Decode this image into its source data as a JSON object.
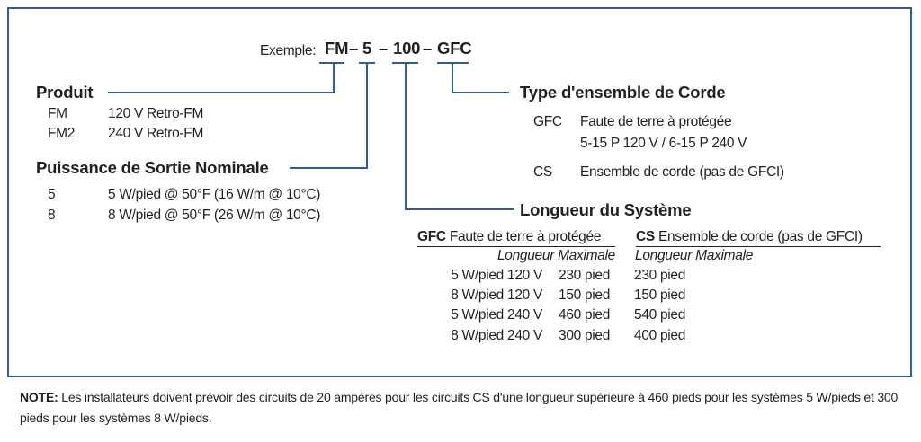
{
  "example": {
    "label": "Exemple:",
    "parts": [
      "FM",
      "5",
      "100",
      "GFC"
    ],
    "sep": "–"
  },
  "produit": {
    "title": "Produit",
    "items": [
      {
        "code": "FM",
        "desc": "120 V Retro-FM"
      },
      {
        "code": "FM2",
        "desc": "240 V Retro-FM"
      }
    ]
  },
  "puissance": {
    "title": "Puissance de Sortie Nominale",
    "items": [
      {
        "code": "5",
        "desc": "5 W/pied @ 50°F (16 W/m @ 10°C)"
      },
      {
        "code": "8",
        "desc": "8 W/pied @ 50°F (26 W/m @ 10°C)"
      }
    ]
  },
  "type": {
    "title": "Type d'ensemble de Corde",
    "items": [
      {
        "code": "GFC",
        "desc": "Faute de terre à protégée",
        "desc2": "5-15 P 120 V / 6-15 P 240 V"
      },
      {
        "code": "CS",
        "desc": "Ensemble de corde (pas de GFCI)"
      }
    ]
  },
  "longueur": {
    "title": "Longueur du Système",
    "gfc_header": {
      "code": "GFC",
      "text": "Faute de terre à protégée"
    },
    "cs_header": {
      "code": "CS",
      "text": "Ensemble de corde (pas de GFCI)"
    },
    "sub": "Longueur Maximale",
    "rows": [
      [
        "5 W/pied 120 V",
        "230 pied",
        "230 pied"
      ],
      [
        "8 W/pied 120 V",
        "150 pied",
        "150 pied"
      ],
      [
        "5 W/pied 240 V",
        "460 pied",
        "540 pied"
      ],
      [
        "8 W/pied 240 V",
        "300 pied",
        "400 pied"
      ]
    ]
  },
  "note": {
    "label": "NOTE:",
    "text": " Les installateurs doivent prévoir des circuits de 20 ampères pour les circuits CS d'une longueur supérieure à 460 pieds pour les systèmes 5 W/pieds et 300 pieds pour les systèmes 8 W/pieds."
  },
  "colors": {
    "line": "#2f5d9a"
  }
}
